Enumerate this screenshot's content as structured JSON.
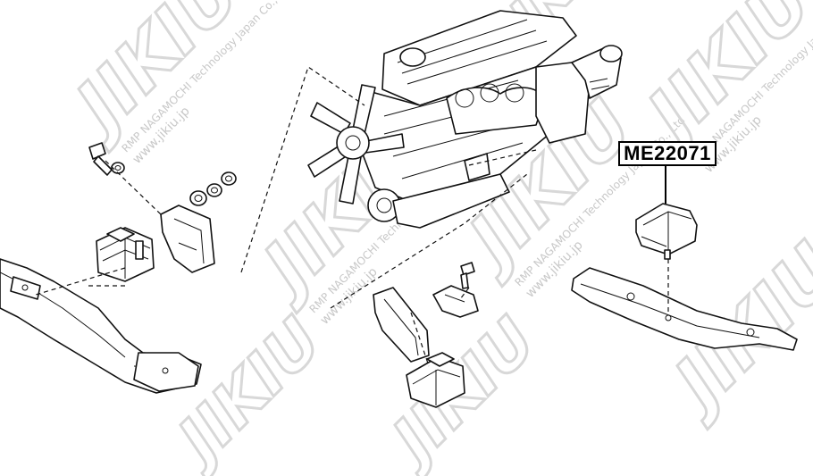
{
  "callout": {
    "part_number": "ME22071"
  },
  "watermark": {
    "logo": "JIKIU",
    "company": "RMP NAGAMOCHI Technology Japan Co., Ltd",
    "url": "www.jikiu.jp"
  }
}
